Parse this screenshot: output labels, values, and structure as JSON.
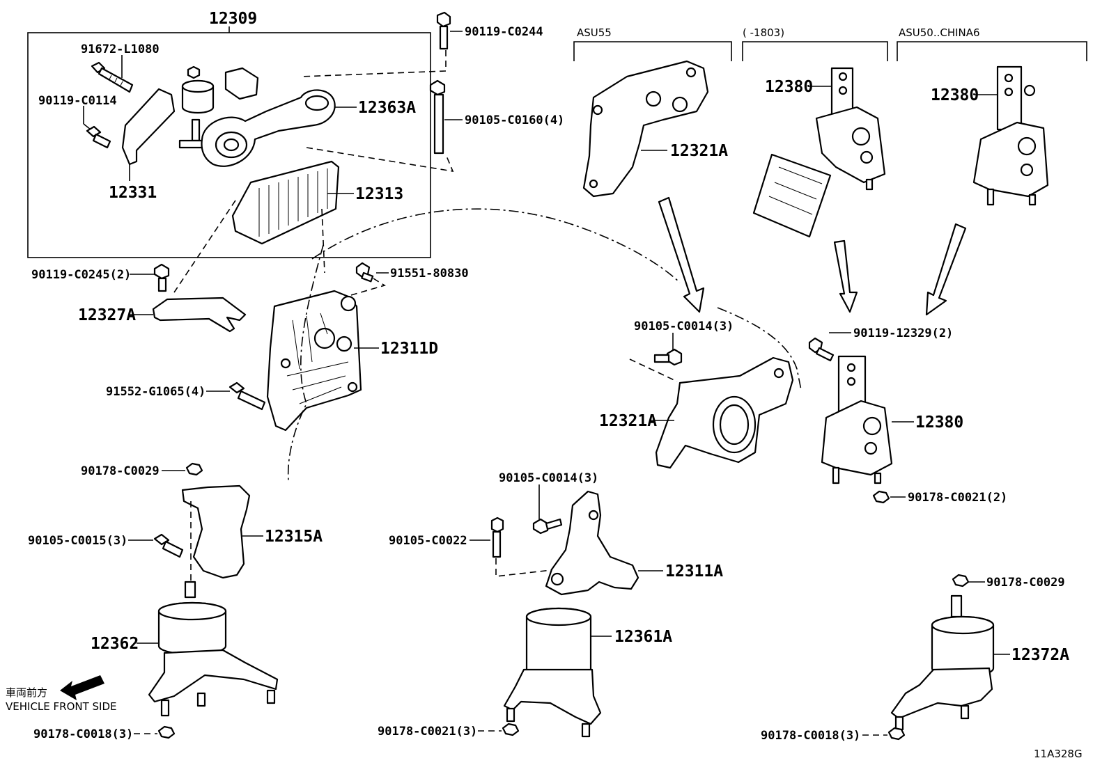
{
  "diagram": {
    "catalog_code": "11A328G",
    "direction_label_jp": "車両前方",
    "direction_label_en": "VEHICLE FRONT SIDE",
    "variants": {
      "asu55": "ASU55",
      "period": "(      -1803)",
      "asu50_china": "ASU50..CHINA6"
    },
    "parts": {
      "p12309": "12309",
      "p91672_L1080": "91672-L1080",
      "p90119_C0114": "90119-C0114",
      "p12331": "12331",
      "p12363A": "12363A",
      "p12313": "12313",
      "p90119_C0244": "90119-C0244",
      "p90105_C0160": "90105-C0160(4)",
      "p90119_C0245": "90119-C0245(2)",
      "p12327A": "12327A",
      "p91551_80830": "91551-80830",
      "p12311D": "12311D",
      "p91552_G1065": "91552-G1065(4)",
      "p90178_C0029_left": "90178-C0029",
      "p12315A": "12315A",
      "p90105_C0015": "90105-C0015(3)",
      "p12362": "12362",
      "p90178_C0018_left": "90178-C0018(3)",
      "p90105_C0014_mid": "90105-C0014(3)",
      "p90105_C0022": "90105-C0022",
      "p12311A": "12311A",
      "p12361A": "12361A",
      "p90178_C0021_mid": "90178-C0021(3)",
      "p12321A_top": "12321A",
      "p12380_a": "12380",
      "p12380_b": "12380",
      "p90105_C0014_right": "90105-C0014(3)",
      "p12321A_mid": "12321A",
      "p90119_12329": "90119-12329(2)",
      "p12380_c": "12380",
      "p90178_C0021_right": "90178-C0021(2)",
      "p90178_C0029_right": "90178-C0029",
      "p12372A": "12372A",
      "p90178_C0018_right": "90178-C0018(3)"
    }
  }
}
